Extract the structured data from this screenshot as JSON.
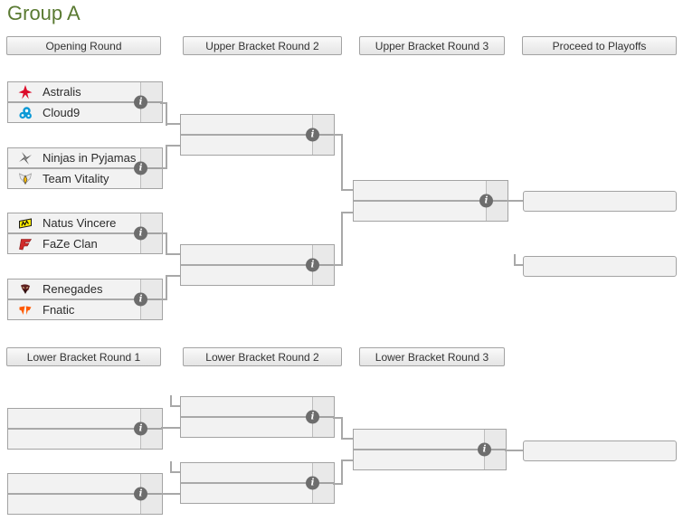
{
  "title": "Group A",
  "title_color": "#5a7a32",
  "upper_rounds": [
    "Opening Round",
    "Upper Bracket Round 2",
    "Upper Bracket Round 3",
    "Proceed to Playoffs"
  ],
  "lower_rounds": [
    "Lower Bracket Round 1",
    "Lower Bracket Round 2",
    "Lower Bracket Round 3"
  ],
  "opening_matches": [
    {
      "top": "Astralis",
      "top_icon": "astralis-logo",
      "bottom": "Cloud9",
      "bottom_icon": "cloud9-logo",
      "top_score": "",
      "bottom_score": ""
    },
    {
      "top": "Ninjas in Pyjamas",
      "top_icon": "ninjas-in-pyjamas-logo",
      "bottom": "Team Vitality",
      "bottom_icon": "team-vitality-logo",
      "top_score": "",
      "bottom_score": ""
    },
    {
      "top": "Natus Vincere",
      "top_icon": "natus-vincere-logo",
      "bottom": "FaZe Clan",
      "bottom_icon": "faze-clan-logo",
      "top_score": "",
      "bottom_score": ""
    },
    {
      "top": "Renegades",
      "top_icon": "renegades-logo",
      "bottom": "Fnatic",
      "bottom_icon": "fnatic-logo",
      "top_score": "",
      "bottom_score": ""
    }
  ],
  "empty_matches": [
    "upper-bracket-round-2-match-1",
    "upper-bracket-round-2-match-2",
    "upper-bracket-round-3-match",
    "lower-bracket-round-1-match-1",
    "lower-bracket-round-1-match-2",
    "lower-bracket-round-2-match-1",
    "lower-bracket-round-2-match-2",
    "lower-bracket-round-3-match"
  ],
  "advance_slots": [
    "upper-bracket-winner-playoff-slot",
    "second-playoff-slot",
    "lower-bracket-winner-slot"
  ],
  "icons": {
    "info_glyph": "i"
  },
  "colors": {
    "connector": "#a8a8a8",
    "box_bg": "#f2f2f2",
    "box_border": "#a3a3a3",
    "header_bg": "#e9e9e9",
    "info_icon_bg": "#6d6d6d",
    "astralis_red": "#dc0b2a",
    "cloud9_blue": "#0b99d6",
    "nip_grey": "#4d4d4d",
    "vitality_yellow": "#f5b800",
    "navi_yellow": "#ffee00",
    "faze_red": "#d02a2a",
    "renegades_maroon": "#5e1f1f",
    "fnatic_orange": "#ff5900"
  }
}
